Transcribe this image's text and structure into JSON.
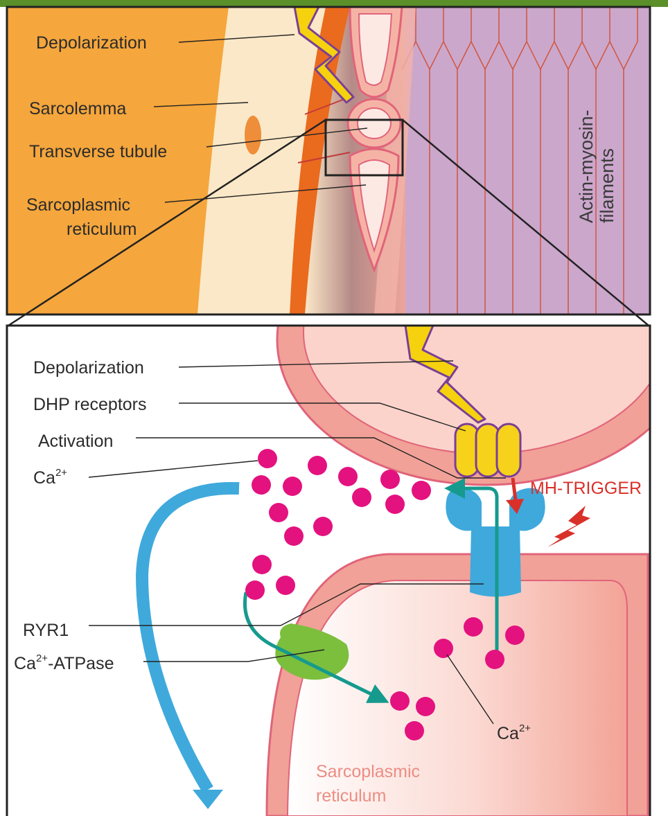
{
  "colors": {
    "top_bar": "#5a8f2a",
    "sarcoplasm_orange": "#f5a63c",
    "sarcolemma_dark_orange": "#ea6a1e",
    "sarcolemma_cream": "#fbe8c8",
    "reticulum_pink": "#f2a197",
    "reticulum_outline": "#e0647a",
    "filament_purple": "#cba7cc",
    "filament_line": "#d2553c",
    "dhp_yellow": "#f7d21a",
    "ryr1_blue": "#3fa9dc",
    "atpase_green": "#7bbf3d",
    "calcium_magenta": "#e3127f",
    "flow_teal": "#169a8e",
    "mh_red": "#d9302a",
    "lightning_yellow": "#f5d20d",
    "lightning_purple": "#7a3f97"
  },
  "top_panel": {
    "labels": {
      "depolarization": "Depolarization",
      "sarcolemma": "Sarcolemma",
      "transverse_tubule": "Transverse tubule",
      "sarcoplasmic_line1": "Sarcoplasmic",
      "sarcoplasmic_line2": "reticulum",
      "actin_line1": "Actin-myosin-",
      "actin_line2": "filaments"
    }
  },
  "bottom_panel": {
    "labels": {
      "depolarization": "Depolarization",
      "dhp_receptors": "DHP receptors",
      "activation": "Activation",
      "ca_left_base": "Ca",
      "ca_left_sup": "2+",
      "mh_trigger": "MH-TRIGGER",
      "ryr1": "RYR1",
      "atpase_base": "Ca",
      "atpase_sup": "2+",
      "atpase_rest": "-ATPase",
      "ca_right_base": "Ca",
      "ca_right_sup": "2+",
      "sr_line1": "Sarcoplasmic",
      "sr_line2": "reticulum"
    }
  }
}
